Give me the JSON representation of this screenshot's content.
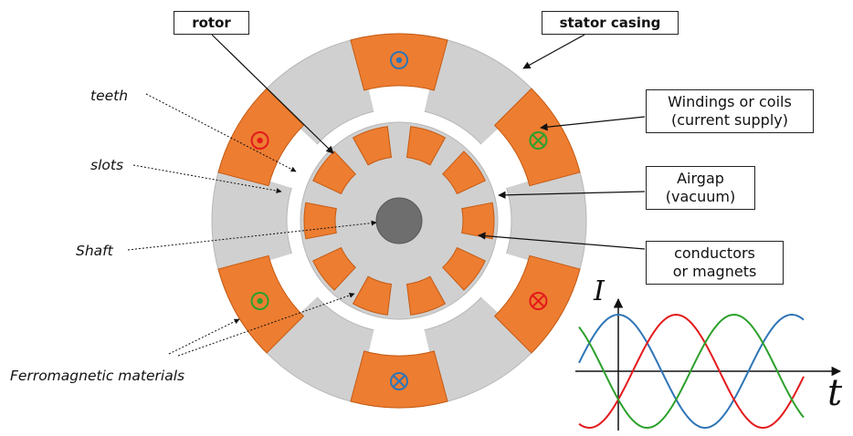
{
  "labels": {
    "rotor": "rotor",
    "stator_casing": "stator casing",
    "windings_line1": "Windings or coils",
    "windings_line2": "(current supply)",
    "airgap_line1": "Airgap",
    "airgap_line2": "(vacuum)",
    "conductors_line1": "conductors",
    "conductors_line2": "or magnets",
    "teeth": "teeth",
    "slots": "slots",
    "shaft": "Shaft",
    "ferromagnetic": "Ferromagnetic materials",
    "axis_current": "I",
    "axis_time": "t"
  },
  "colors": {
    "stator": "#d0d0d0",
    "rotor": "#d0d0d0",
    "coil": "#ed7d31",
    "coil_edge": "#c55a11",
    "shaft": "#6e6e6e",
    "phase_a": "#2e75b6",
    "phase_b": "#e31a1c",
    "phase_c": "#2ca02c"
  },
  "stator_coils": [
    {
      "symbol": "dot",
      "color": "#2e75b6"
    },
    {
      "symbol": "cross",
      "color": "#2ca02c"
    },
    {
      "symbol": "cross",
      "color": "#e31a1c"
    },
    {
      "symbol": "cross",
      "color": "#2e75b6"
    },
    {
      "symbol": "dot",
      "color": "#2ca02c"
    },
    {
      "symbol": "dot",
      "color": "#e31a1c"
    }
  ],
  "rotor_conductor_count": 10,
  "phase_plot": {
    "series": [
      {
        "color": "#2e75b6",
        "phase_deg": 90
      },
      {
        "color": "#e31a1c",
        "phase_deg": -30
      },
      {
        "color": "#2ca02c",
        "phase_deg": 210
      }
    ]
  }
}
